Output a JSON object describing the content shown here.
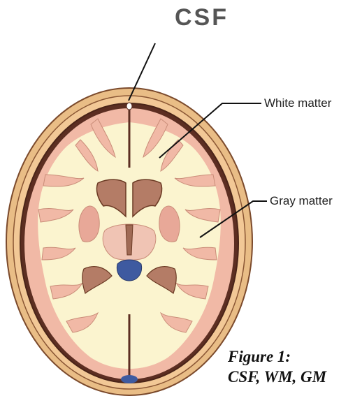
{
  "labels": {
    "csf": "CSF",
    "white_matter": "White matter",
    "gray_matter": "Gray matter"
  },
  "caption": {
    "line1": "Figure 1:",
    "line2": "CSF, WM, GM"
  },
  "colors": {
    "skull": "#eec58f",
    "outline": "#6b3a24",
    "gray_matter": "#f1b9a6",
    "white_matter": "#fbf4cf",
    "csf": "#3e5aa0"
  }
}
